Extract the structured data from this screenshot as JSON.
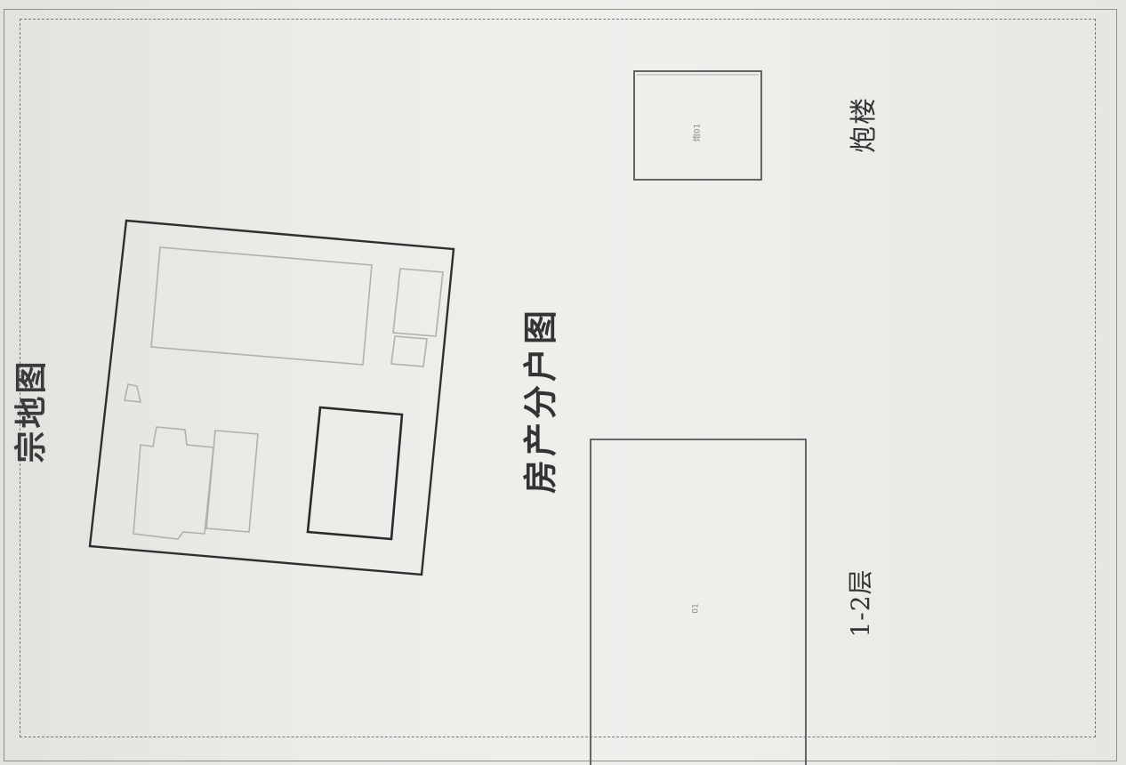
{
  "labels": {
    "zongdi_tu": "宗地图",
    "fangchan_fenhu_tu": "房产分户图",
    "paolou": "炮楼",
    "floors": "1-2层",
    "tiny_paolou": "炮01",
    "tiny_main": "01"
  },
  "colors": {
    "paper": "#ecece9",
    "dark_line": "#333333",
    "faint_line": "#a8a8a8"
  }
}
